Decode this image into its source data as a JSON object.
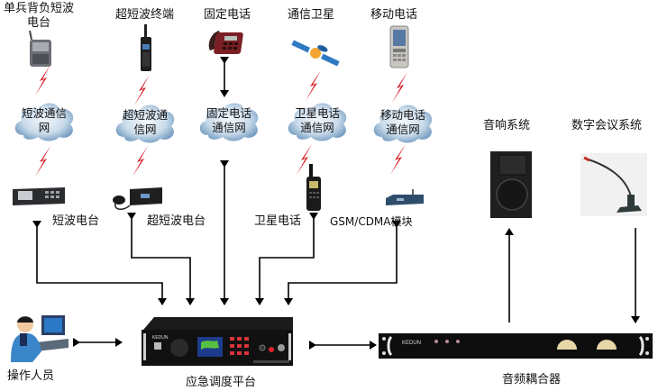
{
  "terminals": [
    {
      "id": "manpack-hf",
      "label": "单兵背负短波电台"
    },
    {
      "id": "vhf-terminal",
      "label": "超短波终端"
    },
    {
      "id": "fixed-phone",
      "label": "固定电话"
    },
    {
      "id": "comm-satellite",
      "label": "通信卫星"
    },
    {
      "id": "mobile-phone",
      "label": "移动电话"
    }
  ],
  "networks": [
    {
      "id": "hf-network",
      "label": "短波通信网"
    },
    {
      "id": "vhf-network",
      "label": "超短波通信网"
    },
    {
      "id": "fixed-network",
      "label": "固定电话通信网"
    },
    {
      "id": "sat-network",
      "label": "卫星电话通信网"
    },
    {
      "id": "mobile-network",
      "label": "移动电话通信网"
    }
  ],
  "access_devices": [
    {
      "id": "hf-radio",
      "label": "短波电台"
    },
    {
      "id": "vhf-radio",
      "label": "超短波电台"
    },
    {
      "id": "sat-phone",
      "label": "卫星电话"
    },
    {
      "id": "gsm-module",
      "label": "GSM/CDMA模块"
    }
  ],
  "audio_systems": [
    {
      "id": "speaker-system",
      "label": "音响系统"
    },
    {
      "id": "conference-system",
      "label": "数字会议系统"
    }
  ],
  "core": {
    "operator": "操作人员",
    "platform": "应急调度平台",
    "coupler": "音频耦合器",
    "brand": "KEDUN"
  },
  "colors": {
    "bolt": "#d7141d",
    "cloud_light": "#e9f1f8",
    "cloud_dark": "#6f98bf",
    "arrow": "#000000"
  }
}
